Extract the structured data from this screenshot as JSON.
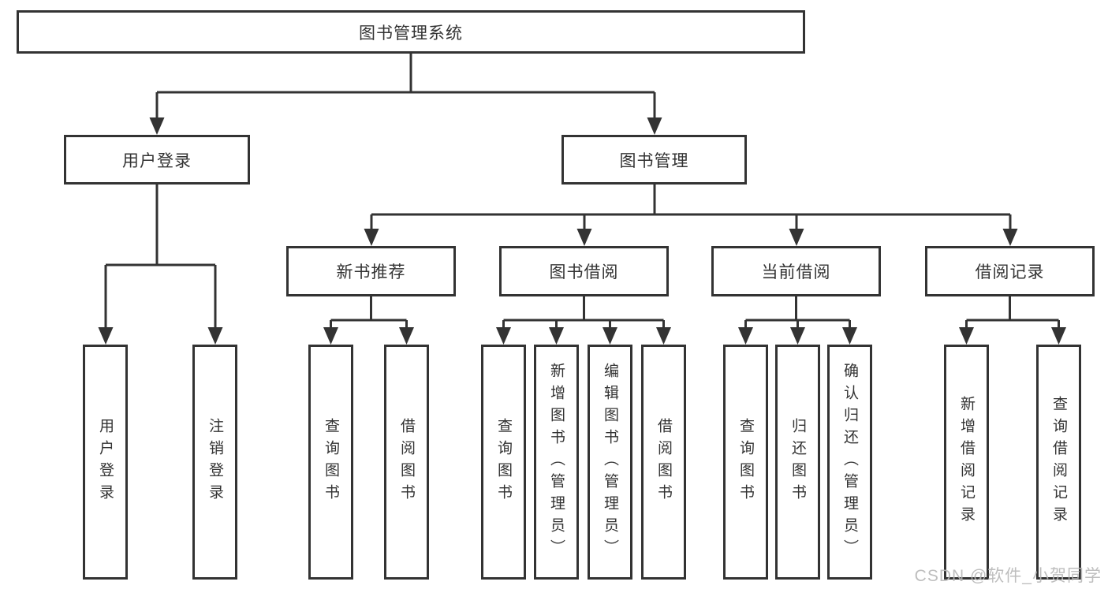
{
  "tree": {
    "root": "图书管理系统",
    "children": [
      {
        "label": "用户登录",
        "children": [
          "用户登录",
          "注销登录"
        ]
      },
      {
        "label": "图书管理",
        "children": [
          {
            "label": "新书推荐",
            "children": [
              "查询图书",
              "借阅图书"
            ]
          },
          {
            "label": "图书借阅",
            "children": [
              "查询图书",
              "新增图书（管理员）",
              "编辑图书（管理员）",
              "借阅图书"
            ]
          },
          {
            "label": "当前借阅",
            "children": [
              "查询图书",
              "归还图书",
              "确认归还（管理员）"
            ]
          },
          {
            "label": "借阅记录",
            "children": [
              "新增借阅记录",
              "查询借阅记录"
            ]
          }
        ]
      }
    ]
  },
  "watermark": {
    "text": "CSDN @软件_小贺同学"
  },
  "colors": {
    "line": "#333333",
    "text": "#333333",
    "watermark": "#b7b7b7",
    "background": "#ffffff"
  }
}
